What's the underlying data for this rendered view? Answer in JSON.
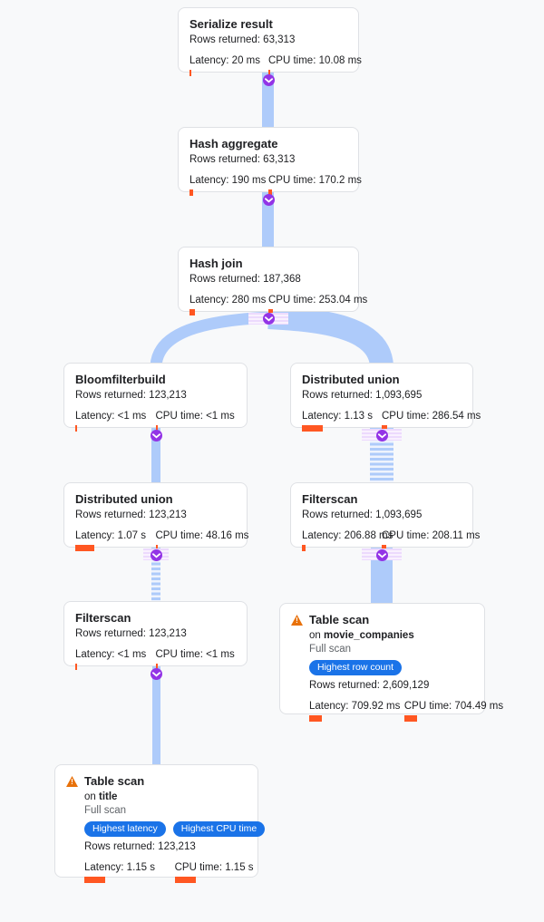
{
  "colors": {
    "background": "#f8f9fa",
    "edge_blue": "#aecbfa",
    "toggle_purple": "#9334e6",
    "badge_blue": "#1a73e8",
    "metric_bar_orange": "#ff5722",
    "warning_orange": "#e8710a"
  },
  "nodes": [
    {
      "title": "Serialize result",
      "rows": "Rows returned: 63,313",
      "latency": "Latency: 20 ms",
      "cpu": "CPU time: 10.08 ms",
      "latency_bar": 2,
      "cpu_bar": 2
    },
    {
      "title": "Hash aggregate",
      "rows": "Rows returned: 63,313",
      "latency": "Latency: 190 ms",
      "cpu": "CPU time: 170.2 ms",
      "latency_bar": 4,
      "cpu_bar": 4
    },
    {
      "title": "Hash join",
      "rows": "Rows returned: 187,368",
      "latency": "Latency: 280 ms",
      "cpu": "CPU time: 253.04 ms",
      "latency_bar": 6,
      "cpu_bar": 5
    },
    {
      "title": "Bloomfilterbuild",
      "rows": "Rows returned: 123,213",
      "latency": "Latency: <1 ms",
      "cpu": "CPU time: <1 ms",
      "latency_bar": 2,
      "cpu_bar": 2
    },
    {
      "title": "Distributed union",
      "rows": "Rows returned: 1,093,695",
      "latency": "Latency: 1.13 s",
      "cpu": "CPU time: 286.54 ms",
      "latency_bar": 23,
      "cpu_bar": 6
    },
    {
      "title": "Distributed union",
      "rows": "Rows returned: 123,213",
      "latency": "Latency: 1.07 s",
      "cpu": "CPU time: 48.16 ms",
      "latency_bar": 21,
      "cpu_bar": 2
    },
    {
      "title": "Filterscan",
      "rows": "Rows returned: 1,093,695",
      "latency": "Latency: 206.88 ms",
      "cpu": "CPU time: 208.11 ms",
      "latency_bar": 4,
      "cpu_bar": 5
    },
    {
      "title": "Filterscan",
      "rows": "Rows returned: 123,213",
      "latency": "Latency: <1 ms",
      "cpu": "CPU time: <1 ms",
      "latency_bar": 2,
      "cpu_bar": 2
    },
    {
      "title": "Table scan",
      "on_label": "on",
      "table": "movie_companies",
      "scan_type": "Full scan",
      "badges": [
        "Highest row count"
      ],
      "rows": "Rows returned: 2,609,129",
      "latency": "Latency: 709.92 ms",
      "cpu": "CPU time: 704.49 ms",
      "latency_bar": 14,
      "cpu_bar": 14
    },
    {
      "title": "Table scan",
      "on_label": "on",
      "table": "title",
      "scan_type": "Full scan",
      "badges": [
        "Highest latency",
        "Highest CPU time"
      ],
      "rows": "Rows returned: 123,213",
      "latency": "Latency: 1.15 s",
      "cpu": "CPU time: 1.15 s",
      "latency_bar": 23,
      "cpu_bar": 23
    }
  ]
}
